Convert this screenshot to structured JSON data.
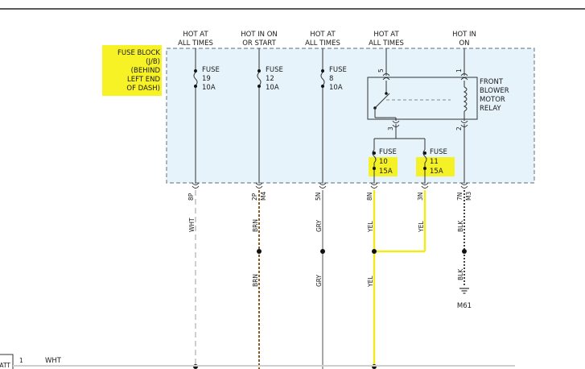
{
  "fuse_block": {
    "lines": [
      "FUSE BLOCK",
      "(J/B)",
      "(BEHIND",
      "LEFT END",
      "OF DASH)"
    ]
  },
  "power_labels": [
    {
      "lines": [
        "HOT AT",
        "ALL TIMES"
      ]
    },
    {
      "lines": [
        "HOT IN ON",
        "OR START"
      ]
    },
    {
      "lines": [
        "HOT AT",
        "ALL TIMES"
      ]
    },
    {
      "lines": [
        "HOT AT",
        "ALL TIMES"
      ]
    },
    {
      "lines": [
        "HOT IN",
        "ON"
      ]
    }
  ],
  "fuses": [
    {
      "lines": [
        "FUSE",
        "19",
        "10A"
      ]
    },
    {
      "lines": [
        "FUSE",
        "12",
        "10A"
      ]
    },
    {
      "lines": [
        "FUSE",
        "8",
        "10A"
      ]
    },
    {
      "lines": [
        "FUSE",
        "10",
        "15A"
      ]
    },
    {
      "lines": [
        "FUSE",
        "11",
        "15A"
      ]
    }
  ],
  "relay": {
    "lines": [
      "FRONT",
      "BLOWER",
      "MOTOR",
      "RELAY"
    ],
    "pins": [
      "5",
      "1",
      "3",
      "2"
    ]
  },
  "connectors": [
    {
      "pin": "8P",
      "conn": ""
    },
    {
      "pin": "2P",
      "conn": "M4"
    },
    {
      "pin": "5N",
      "conn": ""
    },
    {
      "pin": "8N",
      "conn": ""
    },
    {
      "pin": "3N",
      "conn": ""
    },
    {
      "pin": "7N",
      "conn": "M3"
    }
  ],
  "wire_labels": {
    "upper": [
      "WHT",
      "BRN",
      "GRY",
      "YEL",
      "YEL",
      "BLK"
    ],
    "lower": [
      "BRN",
      "GRY",
      "YEL",
      "BLK"
    ]
  },
  "ground": {
    "label": "M61"
  },
  "batt": {
    "label": "ATT",
    "pin": "1",
    "wire": "WHT"
  },
  "colors": {
    "box_fill": "#e6f3fb",
    "box_border": "#7a8a95",
    "wht": "#cfcfcf",
    "brn": "#8a5a1e",
    "gry": "#a8a8a8",
    "yel": "#f2ea1f",
    "blk": "#444444",
    "highlight": "#f6f000"
  }
}
